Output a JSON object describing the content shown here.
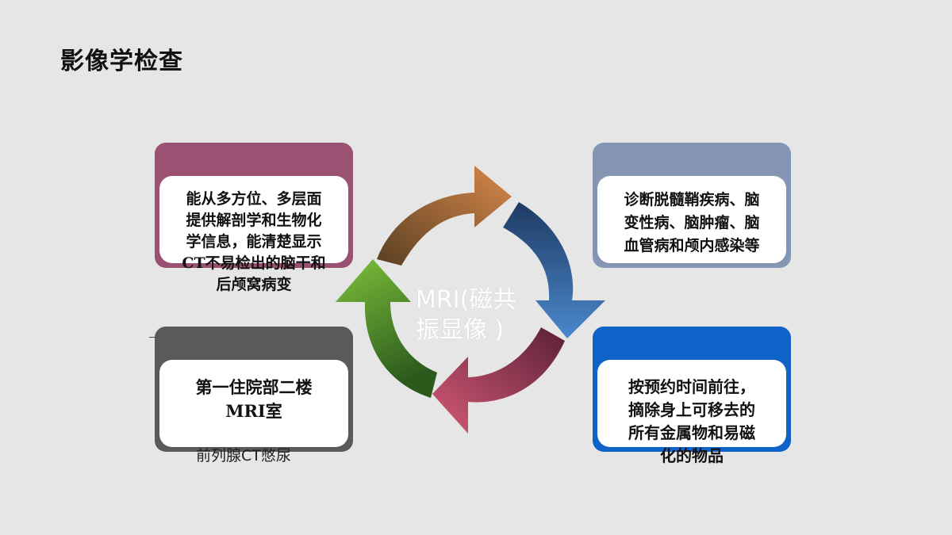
{
  "title": "影像学检查",
  "center_label": "MRI(磁共\n振显像 )",
  "cards": {
    "top_left": {
      "text": "能从多方位、多层面\n提供解剖学和生物化\n学信息，能清楚显示\nCT不易检出的脑干和\n后颅窝病变",
      "color": "#9b5172"
    },
    "top_right": {
      "text": "诊断脱髓鞘疾病、脑\n变性病、脑肿瘤、脑\n血管病和颅内感染等",
      "color": "#8596b4"
    },
    "bottom_left": {
      "text": "第一住院部二楼\nMRI室",
      "color": "#5a5a5a"
    },
    "bottom_right": {
      "text": "按预约时间前往，\n摘除身上可移去的\n所有金属物和易磁\n化的物品",
      "color": "#0f63c8"
    }
  },
  "note": "前列腺CT憋尿"
}
